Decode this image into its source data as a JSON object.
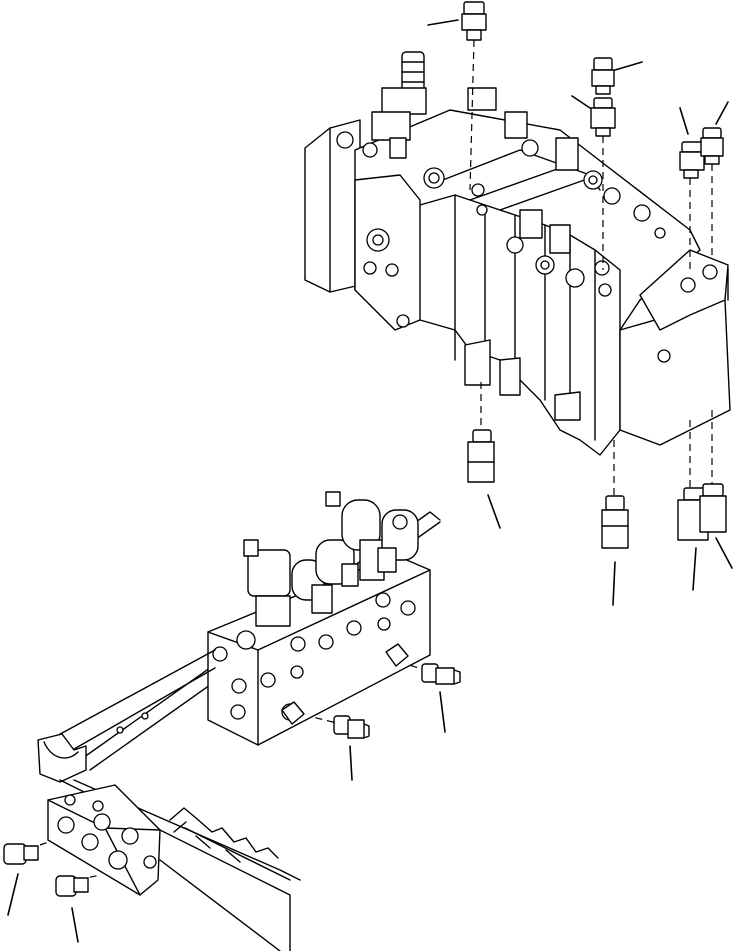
{
  "diagram": {
    "kind": "exploded-parts-view",
    "line_color": "#000000",
    "background": "#ffffff",
    "assemblies": [
      {
        "name": "main-control-valve",
        "icon": "valve-block-icon"
      },
      {
        "name": "solenoid-valve-block",
        "icon": "solenoid-block-icon"
      },
      {
        "name": "mounting-bracket-block",
        "icon": "bracket-icon"
      }
    ],
    "fittings": [
      {
        "name": "fitting-top-center",
        "icon": "hex-fitting-icon"
      },
      {
        "name": "fitting-top-right-1",
        "icon": "hex-fitting-icon"
      },
      {
        "name": "fitting-top-right-2",
        "icon": "hex-fitting-icon"
      },
      {
        "name": "fitting-right-pair-upper",
        "icon": "hex-fitting-icon"
      },
      {
        "name": "fitting-bottom-1",
        "icon": "adapter-fitting-icon"
      },
      {
        "name": "fitting-bottom-2",
        "icon": "adapter-fitting-icon"
      },
      {
        "name": "fitting-bottom-pair",
        "icon": "adapter-fitting-icon"
      },
      {
        "name": "fitting-solenoid-1",
        "icon": "elbow-fitting-icon"
      },
      {
        "name": "fitting-solenoid-2",
        "icon": "elbow-fitting-icon"
      },
      {
        "name": "fitting-bracket-1",
        "icon": "adapter-fitting-icon"
      },
      {
        "name": "fitting-bracket-2",
        "icon": "adapter-fitting-icon"
      }
    ]
  }
}
